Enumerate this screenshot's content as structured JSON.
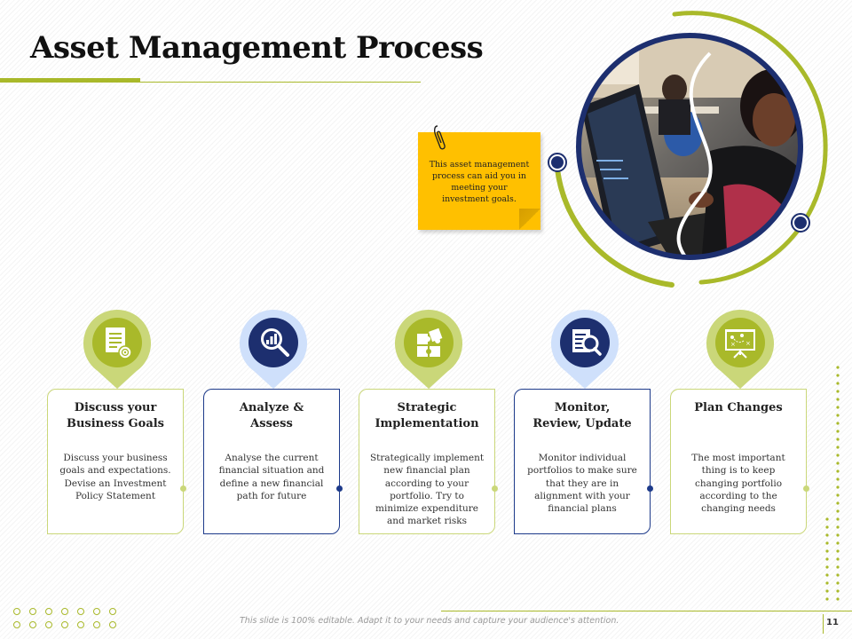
{
  "slide": {
    "title": "Asset Management Process",
    "note": "This asset management process can aid you in meeting your investment goals.",
    "footer": "This slide is 100% editable. Adapt it to your needs and capture your audience's attention.",
    "page_number": "11"
  },
  "colors": {
    "green": "#a9b92a",
    "light_green": "#cad779",
    "navy": "#1d2f6f",
    "light_blue": "#cfe0fb",
    "note_yellow": "#ffc000"
  },
  "steps": [
    {
      "title_line1": "Discuss your",
      "title_line2": "Business Goals",
      "desc": "Discuss your business goals and expectations. Devise an Investment Policy Statement",
      "icon": "document-target-icon",
      "theme": "green"
    },
    {
      "title_line1": "Analyze &",
      "title_line2": "Assess",
      "desc": "Analyse the current financial situation and define a new financial path for future",
      "icon": "magnifier-chart-icon",
      "theme": "blue"
    },
    {
      "title_line1": "Strategic",
      "title_line2": "Implementation",
      "desc": "Strategically implement new financial plan according to your portfolio. Try to minimize expenditure and market risks",
      "icon": "puzzle-icon",
      "theme": "green"
    },
    {
      "title_line1": "Monitor,",
      "title_line2": "Review, Update",
      "desc": "Monitor individual portfolios to make sure that they are in alignment with your financial plans",
      "icon": "document-search-icon",
      "theme": "blue"
    },
    {
      "title_line1": "Plan Changes",
      "title_line2": "",
      "desc": "The most important thing is to keep changing portfolio according to the changing needs",
      "icon": "strategy-board-icon",
      "theme": "green"
    }
  ]
}
